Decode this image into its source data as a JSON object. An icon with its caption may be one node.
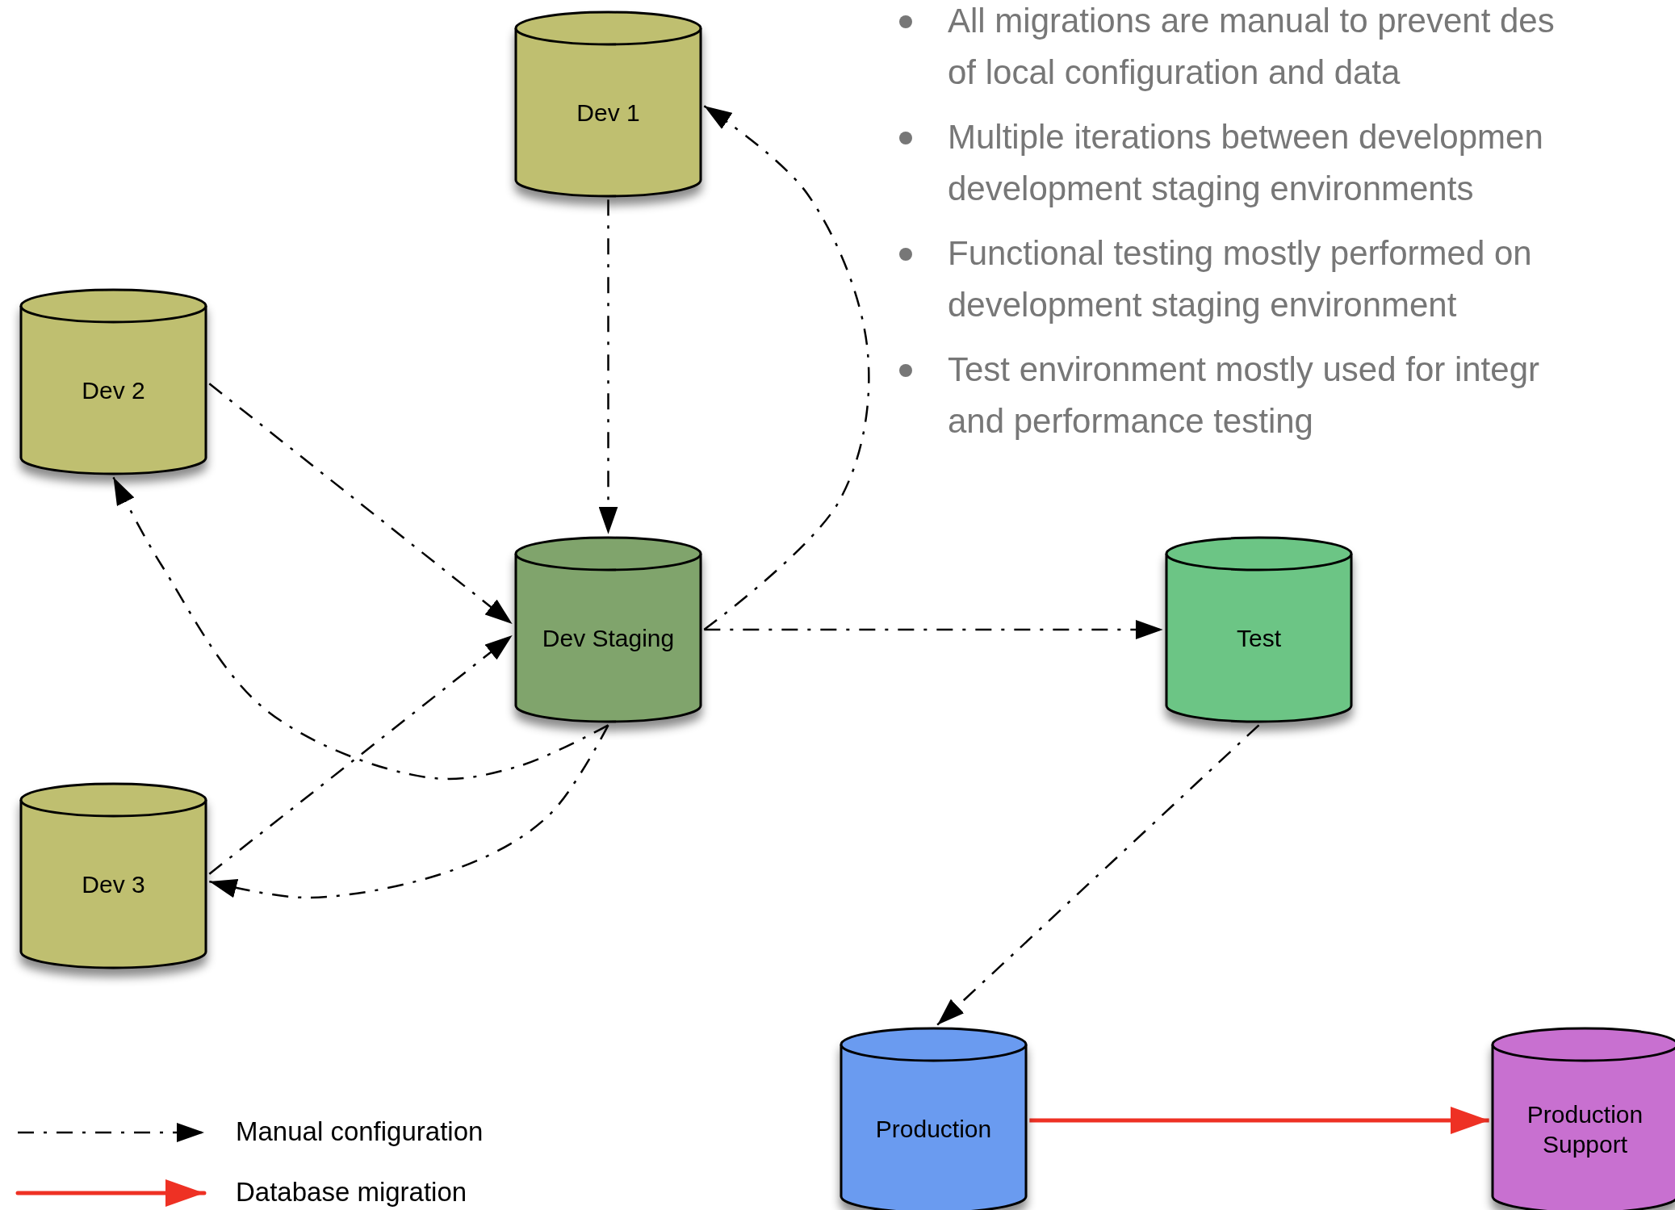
{
  "diagram": {
    "nodes": [
      {
        "text": [
          "Dev 1"
        ]
      },
      {
        "text": [
          "Dev 2"
        ]
      },
      {
        "text": [
          "Dev Staging"
        ]
      },
      {
        "text": [
          "Dev 3"
        ]
      },
      {
        "text": [
          "Test"
        ]
      },
      {
        "text": [
          "Production"
        ]
      },
      {
        "text": [
          "Production Support"
        ]
      }
    ],
    "edges": [
      {
        "from": 0,
        "to": 2,
        "arrow": "to",
        "style": "dashed"
      },
      {
        "from": 2,
        "to": 0,
        "arrow": "to",
        "style": "dashed"
      },
      {
        "from": 1,
        "to": 2,
        "arrow": "to",
        "style": "dashed"
      },
      {
        "from": 2,
        "to": 1,
        "arrow": "to",
        "style": "dashed"
      },
      {
        "from": 3,
        "to": 2,
        "arrow": "to",
        "style": "dashed"
      },
      {
        "from": 2,
        "to": 3,
        "arrow": "to",
        "style": "dashed"
      },
      {
        "from": 2,
        "to": 4,
        "arrow": "to",
        "style": "dashed"
      },
      {
        "from": 4,
        "to": 5,
        "arrow": "to",
        "style": "dashed"
      },
      {
        "from": 5,
        "to": 6,
        "arrow": "to",
        "color": "#ee3124"
      }
    ],
    "labels": [
      "All migrations are manual to prevent des of local configuration and data",
      "Multiple iterations between developmen development staging environments",
      "Functional testing mostly performed on development staging environment",
      "Test environment mostly used for integr and performance testing"
    ],
    "legend": [
      {
        "text": "Manual configuration"
      },
      {
        "text": "Database migration"
      }
    ]
  }
}
